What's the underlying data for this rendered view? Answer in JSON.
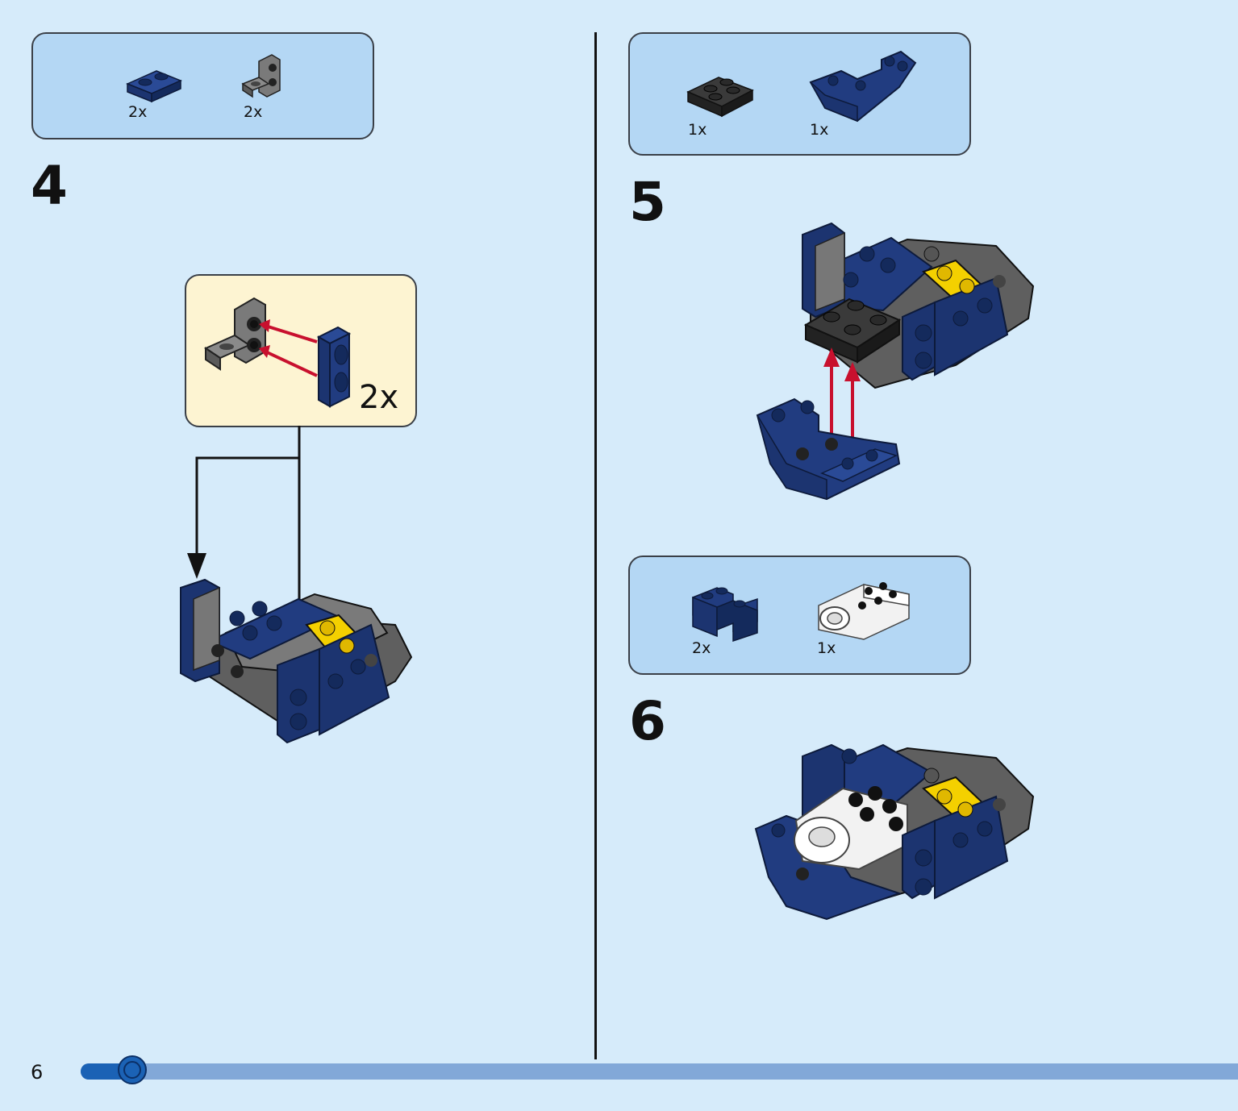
{
  "page": {
    "number": "6",
    "progress_fraction": 0.045
  },
  "colors": {
    "background": "#d6ebfa",
    "parts_box": "#b4d7f4",
    "callout": "#fdf4d2",
    "dark_blue_brick": "#1c3470",
    "grey_brick": "#6b6b6b",
    "black_brick": "#2a2a2a",
    "yellow_brick": "#f4d000",
    "red_arrow": "#c8102e",
    "progress_fill": "#1b62b5",
    "progress_track": "#82a8d8"
  },
  "step4": {
    "number": "4",
    "parts": [
      {
        "qty": "2x",
        "icon": "dark-blue-plate-1x2-icon"
      },
      {
        "qty": "2x",
        "icon": "grey-bracket-1x2-icon"
      }
    ],
    "callout_qty": "2x"
  },
  "step5": {
    "number": "5",
    "parts": [
      {
        "qty": "1x",
        "icon": "black-plate-2x2-icon"
      },
      {
        "qty": "1x",
        "icon": "dark-blue-inverted-slope-icon"
      }
    ]
  },
  "step6": {
    "number": "6",
    "parts": [
      {
        "qty": "2x",
        "icon": "dark-blue-corner-brick-icon"
      },
      {
        "qty": "1x",
        "icon": "white-clip-brick-icon"
      }
    ]
  }
}
